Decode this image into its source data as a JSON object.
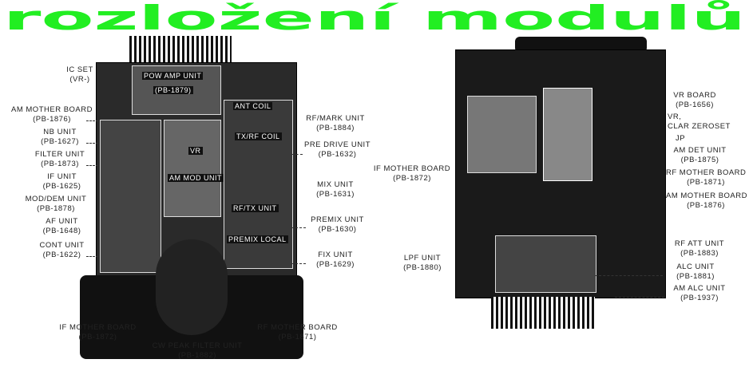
{
  "overlay_title": "rozložení modulů",
  "colors": {
    "overlay": "#22ee22",
    "chassis": "#111111"
  },
  "left_unit": {
    "inner_labels": [
      "POW AMP UNIT",
      "(PB-1879)",
      "ANT COIL",
      "TX/RF COIL",
      "VR",
      "AM MOD UNIT",
      "RF/TX UNIT",
      "PREMIX LOCAL"
    ],
    "left_labels": [
      {
        "name": "IC SET",
        "code": "(VR-)"
      },
      {
        "name": "AM MOTHER BOARD",
        "code": "(PB-1876)"
      },
      {
        "name": "NB UNIT",
        "code": "(PB-1627)"
      },
      {
        "name": "FILTER UNIT",
        "code": "(PB-1873)"
      },
      {
        "name": "IF UNIT",
        "code": "(PB-1625)"
      },
      {
        "name": "MOD/DEM UNIT",
        "code": "(PB-1878)"
      },
      {
        "name": "AF UNIT",
        "code": "(PB-1648)"
      },
      {
        "name": "CONT UNIT",
        "code": "(PB-1622)"
      }
    ],
    "right_labels": [
      {
        "name": "RF/MARK UNIT",
        "code": "(PB-1884)"
      },
      {
        "name": "PRE DRIVE UNIT",
        "code": "(PB-1632)"
      },
      {
        "name": "MIX UNIT",
        "code": "(PB-1631)"
      },
      {
        "name": "PREMIX UNIT",
        "code": "(PB-1630)"
      },
      {
        "name": "FIX UNIT",
        "code": "(PB-1629)"
      }
    ],
    "bottom_labels": [
      {
        "name": "IF MOTHER BOARD",
        "code": "(PB-1872)"
      },
      {
        "name": "CW PEAK FILTER UNIT",
        "code": "(PB-1882)"
      },
      {
        "name": "RF MOTHER BOARD",
        "code": "(PB-1871)"
      }
    ]
  },
  "right_unit": {
    "left_labels": [
      {
        "name": "IF MOTHER BOARD",
        "code": "(PB-1872)"
      },
      {
        "name": "LPF UNIT",
        "code": "(PB-1880)"
      }
    ],
    "right_labels": [
      {
        "name": "VR BOARD",
        "code": "(PB-1656)"
      },
      {
        "name": "VR,",
        "code": "CLAR ZEROSET"
      },
      {
        "name": "JP",
        "code": ""
      },
      {
        "name": "AM DET UNIT",
        "code": "(PB-1875)"
      },
      {
        "name": "RF MOTHER BOARD",
        "code": "(PB-1871)"
      },
      {
        "name": "AM MOTHER BOARD",
        "code": "(PB-1876)"
      },
      {
        "name": "RF ATT UNIT",
        "code": "(PB-1883)"
      },
      {
        "name": "ALC UNIT",
        "code": "(PB-1881)"
      },
      {
        "name": "AM ALC UNIT",
        "code": "(PB-1937)"
      }
    ]
  }
}
